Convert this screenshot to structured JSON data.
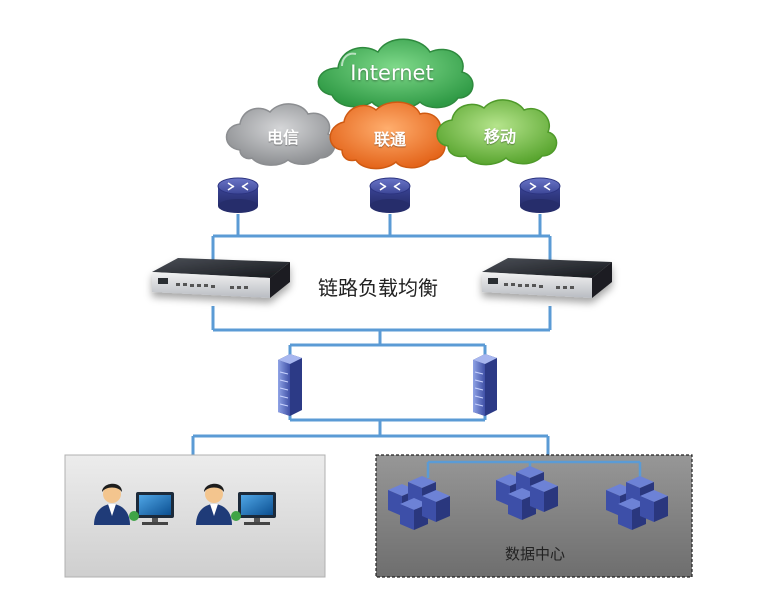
{
  "diagram": {
    "internet_label": "Internet",
    "isp_labels": {
      "telecom": "电信",
      "unicom": "联通",
      "mobile": "移动"
    },
    "load_balancer_label": "链路负载均衡",
    "datacenter_label": "数据中心"
  },
  "colors": {
    "link_line": "#5b9bd5",
    "internet_cloud": "#49b05c",
    "telecom_cloud": "#a7a9ac",
    "unicom_cloud": "#ef7a30",
    "mobile_cloud": "#7cc14a",
    "router": "#3b4597",
    "server_blue": "#3d4fa8",
    "user_panel": "#dcdcdc",
    "datacenter_panel": "#7e7e7e"
  }
}
